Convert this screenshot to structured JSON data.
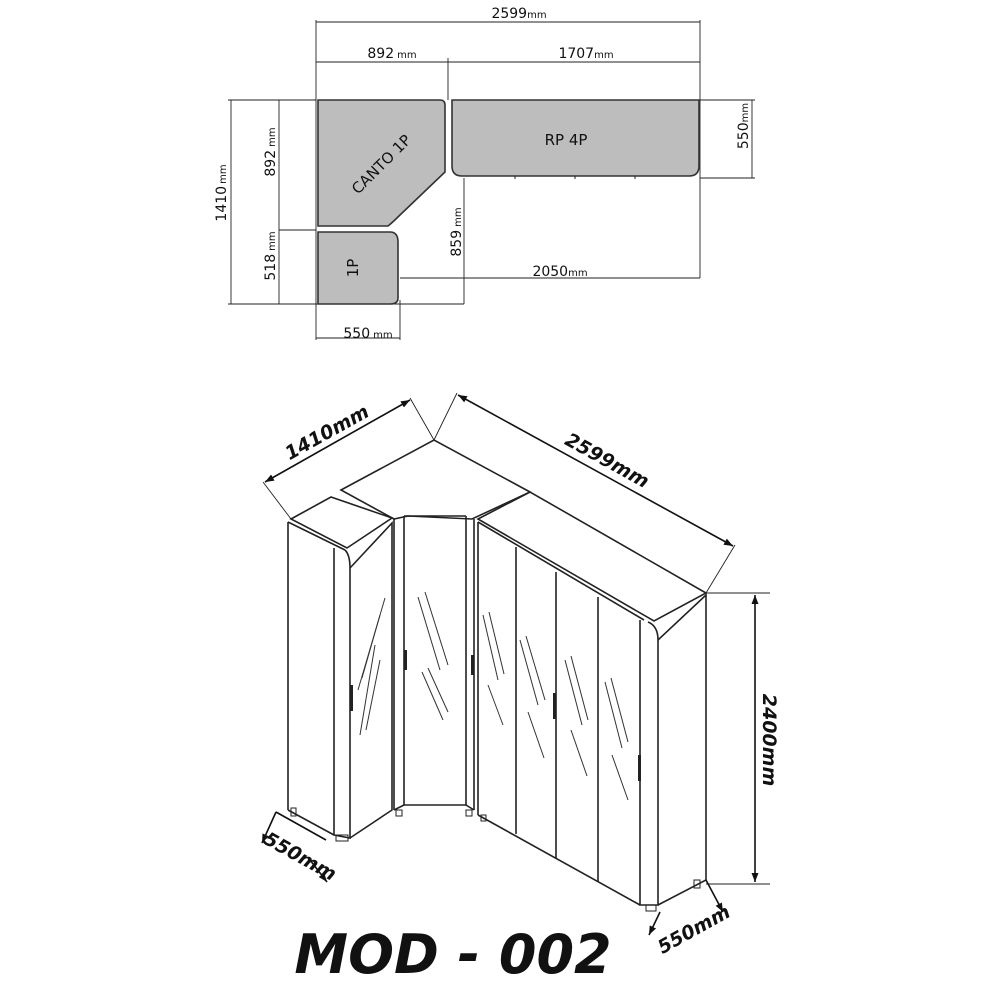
{
  "model_title": "MOD - 002",
  "plan_view": {
    "unit": "mm",
    "dimensions": {
      "total_width": "2599",
      "canto_width": "892",
      "rp_width": "1707",
      "rp_depth": "550",
      "total_depth": "1410",
      "canto_depth": "892",
      "single_depth": "518",
      "inner_depth": "859",
      "inner_width": "2050",
      "single_width": "550"
    },
    "modules": {
      "corner": "CANTO 1P",
      "straight": "RP 4P",
      "single": "1P"
    }
  },
  "iso_view": {
    "dimensions": {
      "left_run": "1410mm",
      "right_run": "2599mm",
      "height": "2400mm",
      "left_depth": "550mm",
      "right_depth": "550mm"
    }
  }
}
